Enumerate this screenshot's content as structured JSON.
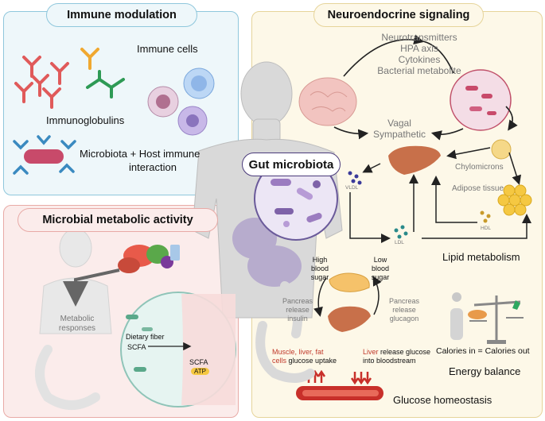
{
  "panels": {
    "immune": {
      "title": "Immune modulation",
      "immune_cells": "Immune cells",
      "immunoglobulins": "Immunoglobulins",
      "interaction_line1": "Microbiota + Host immune",
      "interaction_line2": "interaction"
    },
    "neuro": {
      "title": "Neuroendocrine signaling",
      "signals": [
        "Neurotransmitters",
        "HPA axis",
        "Cytokines",
        "Bacterial metabolite"
      ],
      "vagal": "Vagal",
      "sympathetic": "Sympathetic",
      "chylomicrons": "Chylomicrons",
      "adipose": "Adipose tissue",
      "vldl": "VLDL",
      "ldl": "LDL",
      "hdl": "HDL",
      "lipid": "Lipid metabolism",
      "high_sugar": [
        "High",
        "blood",
        "sugar"
      ],
      "low_sugar": [
        "Low",
        "blood",
        "sugar"
      ],
      "pancreas_insulin": [
        "Pancreas",
        "release",
        "insulin"
      ],
      "pancreas_glucagon": [
        "Pancreas",
        "release",
        "glucagon"
      ],
      "uptake_red": "Muscle, liver, fat",
      "uptake_red2": "cells",
      "uptake_rest": " glucose uptake",
      "release_red": "Liver",
      "release_rest": " release glucose",
      "release_line2": "into bloodstream",
      "calories": "Calories in = Calories out",
      "energy": "Energy balance",
      "glucose": "Glucose homeostasis"
    },
    "micro": {
      "title": "Microbial metabolic activity",
      "metabolic_line1": "Metabolic",
      "metabolic_line2": "responses",
      "fiber": "Dietary fiber",
      "scfa1": "SCFA",
      "scfa2": "SCFA",
      "atp": "ATP"
    },
    "center": {
      "title": "Gut microbiota"
    }
  },
  "colors": {
    "immune_border": "#8fc7dc",
    "neuro_border": "#e6d49a",
    "micro_border": "#e8aaa6",
    "liver": "#c8704a",
    "microbe_purple": "#9b7cc0"
  }
}
